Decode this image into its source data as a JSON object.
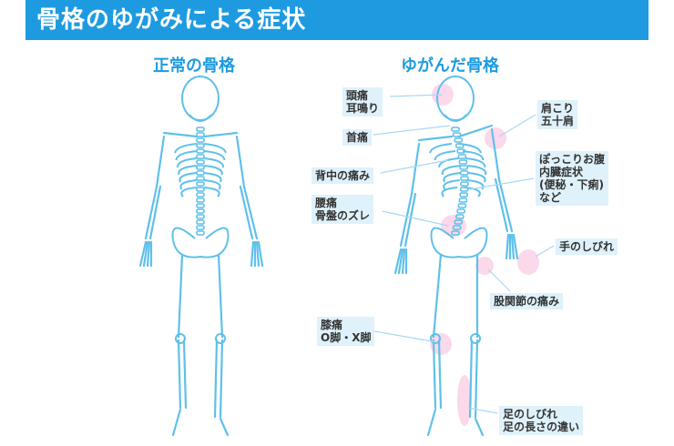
{
  "title": "骨格のゆがみによる症状",
  "headings": {
    "normal": "正常の骨格",
    "distorted": "ゆがんだ骨格"
  },
  "labels": {
    "head": "頭痛\n耳鳴り",
    "neck": "首痛",
    "shoulder": "肩こり\n五十肩",
    "back": "背中の痛み",
    "belly": "ぽっこりお腹\n内臓症状\n(便秘・下痢)\nなど",
    "waist": "腰痛\n骨盤のズレ",
    "hand": "手のしびれ",
    "hip": "股関節の痛み",
    "knee": "膝痛\nO脚・X脚",
    "foot": "足のしびれ\n足の長さの違い"
  },
  "colors": {
    "banner": "#1e9be0",
    "bone": "#5fc0ea",
    "label_bg": "#dff1fb",
    "highlight": "#f7b8d8",
    "leader": "#a9d9f3"
  }
}
